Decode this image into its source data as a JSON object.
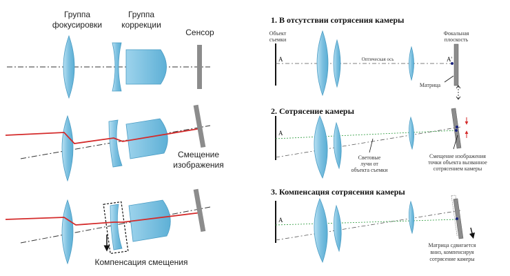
{
  "left": {
    "labels": {
      "focus_group": [
        "Группа",
        "фокусировки"
      ],
      "correction_group": [
        "Группа",
        "коррекции"
      ],
      "sensor": "Сенсор",
      "image_shift": [
        "Смещение",
        "изображения"
      ],
      "shift_compensation": "Компенсация смещения"
    }
  },
  "right": {
    "panel1": {
      "title": "1. В отсутствии сотрясения камеры",
      "object": [
        "Объект",
        "съемки"
      ],
      "focal_plane": [
        "Фокальная",
        "плоскость"
      ],
      "optical_axis": "Оптическая ось",
      "sensor": "Матрица",
      "point_a": "A",
      "point_a2": "A'"
    },
    "panel2": {
      "title": "2. Сотрясение камеры",
      "point_a": "A",
      "rays": [
        "Световые",
        "лучи от",
        "объекта съемки"
      ],
      "shift": [
        "Смещение изображения",
        "точки объекта вызванное",
        "сотрясением камеры"
      ]
    },
    "panel3": {
      "title": "3. Компенсация сотрясения камеры",
      "point_a": "A",
      "sensor_shift": [
        "Матрица сдвигается",
        "вниз, компенсируя",
        "сотрясение камеры"
      ]
    }
  },
  "colors": {
    "lens_fill": "#8fcbe6",
    "lens_stroke": "#4a9cc4",
    "ray": "#d42a2a",
    "axis": "#333333",
    "sensor": "#8c8c8c",
    "green_ray": "#3aa14a"
  }
}
